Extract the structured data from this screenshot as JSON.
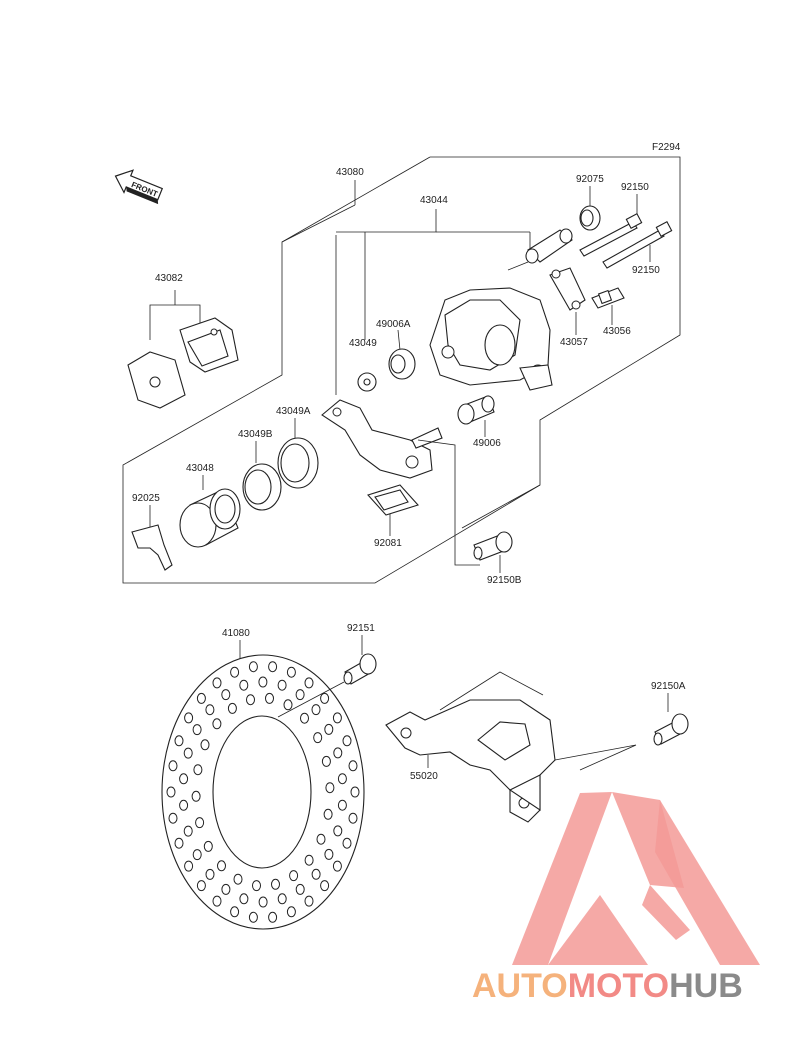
{
  "diagram": {
    "figure_code": "F2294",
    "front_label": "FRONT",
    "callouts": {
      "p43080": "43080",
      "p43044": "43044",
      "p92075": "92075",
      "p92150_a": "92150",
      "p92150_b": "92150",
      "p43082": "43082",
      "p49006A": "49006A",
      "p43049": "43049",
      "p43057": "43057",
      "p43056": "43056",
      "p43049A": "43049A",
      "p43049B": "43049B",
      "p43048": "43048",
      "p49006": "49006",
      "p92025": "92025",
      "p92081": "92081",
      "p92150B": "92150B",
      "p41080": "41080",
      "p92151": "92151",
      "p92150A": "92150A",
      "p55020": "55020"
    }
  },
  "watermark": {
    "text_part1": "AUTO",
    "text_part2": "MOTO",
    "text_part3": "HUB",
    "colors": {
      "orange": "#f5b27c",
      "red": "#f28a86",
      "gray": "#8a8a8a"
    }
  }
}
